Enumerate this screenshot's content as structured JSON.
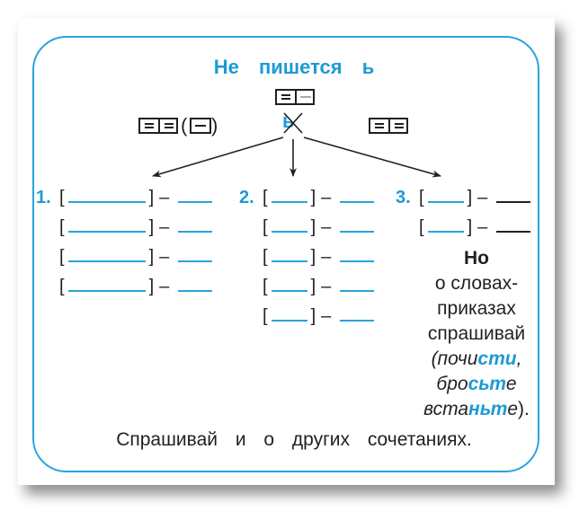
{
  "title": "Не пишется ь",
  "schemes": {
    "top": [
      "equals",
      "dash-grey"
    ],
    "left": [
      "equals",
      "equals"
    ],
    "left_optional": [
      "dash"
    ],
    "right": [
      "equals",
      "equals"
    ]
  },
  "crossed_letter": "ь",
  "paren_open": "(",
  "paren_close": ")",
  "groups": [
    {
      "number": "1.",
      "rows": 4,
      "bracket_blank": "long",
      "tail_color": "blue"
    },
    {
      "number": "2.",
      "rows": 5,
      "bracket_blank": "short",
      "tail_color": "blue"
    },
    {
      "number": "3.",
      "rows": 2,
      "bracket_blank": "short",
      "tail_color": "black"
    }
  ],
  "bracket_open": "[",
  "bracket_close": "]",
  "dash": "–",
  "note": {
    "heading": "Но",
    "line1": "о словах-",
    "line2": "приказах",
    "line3": "спрашивай",
    "ex1_pre": "(почи",
    "ex1_hl": "сти",
    "ex1_post": ",",
    "ex2_pre": "бро",
    "ex2_hl": "сьт",
    "ex2_post": "е",
    "ex3_pre": "вста",
    "ex3_hl": "ньт",
    "ex3_post": "е",
    "ex3_end": ")."
  },
  "bottom_text": "Спрашивай и о других сочетаниях.",
  "colors": {
    "accent": "#1d9ad6",
    "frame": "#29a3dd",
    "text": "#231f20"
  }
}
